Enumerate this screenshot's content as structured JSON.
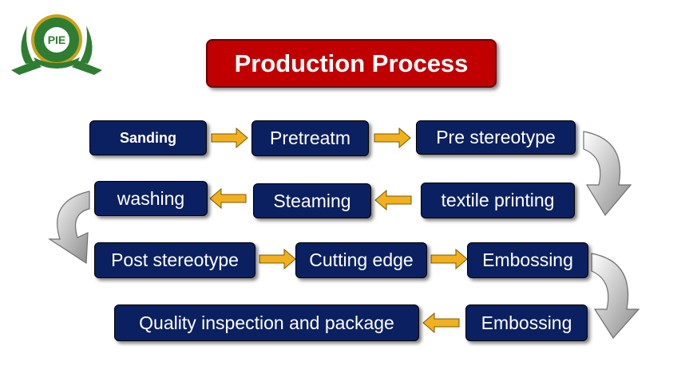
{
  "title": "Production Process",
  "logo": {
    "text": "PIE",
    "colors": {
      "outer": "#2e7d32",
      "inner": "#ffffff",
      "ring": "#c8a21a"
    }
  },
  "colors": {
    "step_bg": "#0b2060",
    "step_text": "#ffffff",
    "title_bg": "#c00000",
    "arrow": "#f2b01e",
    "curve": "#9e9e9e"
  },
  "steps": [
    "Sanding",
    "Pretreatm",
    "Pre stereotype",
    "washing",
    "Steaming",
    "textile printing",
    "Post stereotype",
    "Cutting edge",
    "Embossing",
    "Quality inspection and package",
    "Embossing"
  ]
}
